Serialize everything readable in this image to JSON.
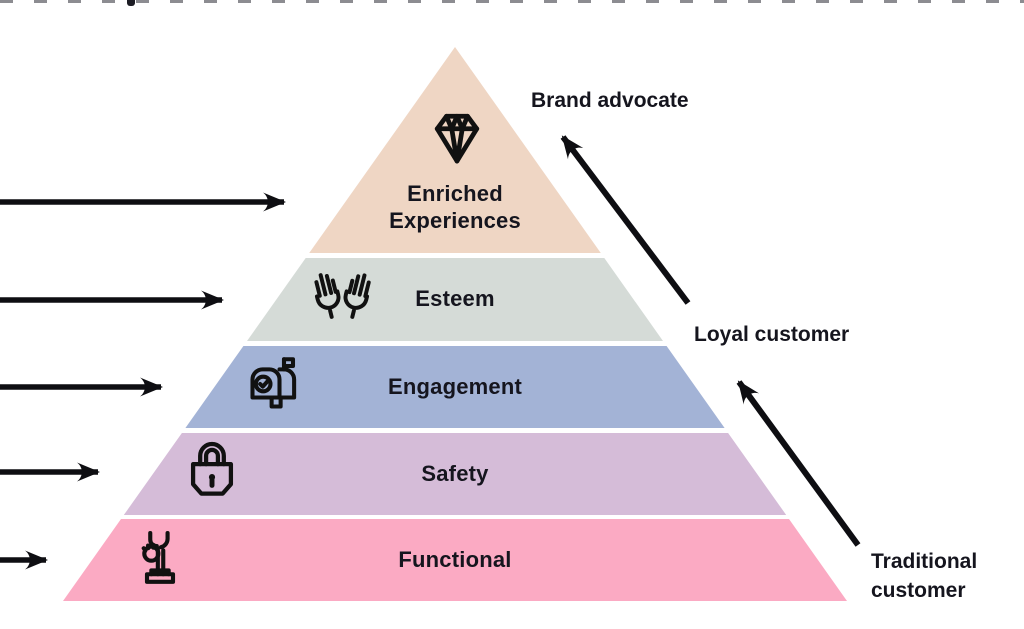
{
  "pyramid": {
    "levels": [
      {
        "label": "Enriched Experiences",
        "color": "#efd6c4",
        "icon": "diamond-icon"
      },
      {
        "label": "Esteem",
        "color": "#d5dbd7",
        "icon": "praise-hands-icon"
      },
      {
        "label": "Engagement",
        "color": "#a3b3d6",
        "icon": "mailbox-icon"
      },
      {
        "label": "Safety",
        "color": "#d5bcd8",
        "icon": "padlock-icon"
      },
      {
        "label": "Functional",
        "color": "#fbaac3",
        "icon": "exercise-machine-icon"
      }
    ]
  },
  "annotations": {
    "brand_advocate": "Brand advocate",
    "loyal_customer": "Loyal customer",
    "traditional_customer": "Traditional customer"
  },
  "colors": {
    "text": "#15151e",
    "arrow": "#0e0e12",
    "background": "#ffffff"
  }
}
